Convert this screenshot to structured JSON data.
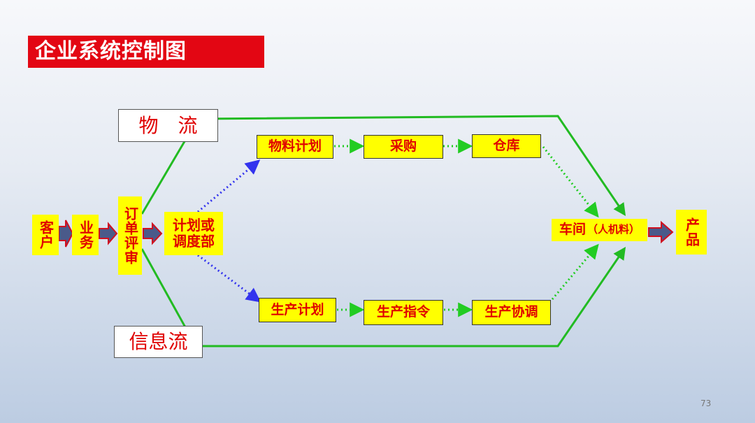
{
  "title": "企业系统控制图",
  "labels": {
    "material_flow": "物　流",
    "info_flow": "信息流"
  },
  "nodes": {
    "customer": "客户",
    "business": "业务",
    "order_review": "订单评审",
    "plan_dispatch": "计划或调度部",
    "material_plan": "物料计划",
    "purchase": "采购",
    "warehouse": "仓库",
    "production_plan": "生产计划",
    "production_order": "生产指令",
    "production_coord": "生产协调",
    "workshop": "车间",
    "workshop_sub": "（人机料）",
    "product": "产品"
  },
  "page_number": "73",
  "colors": {
    "title_bg": "#e30613",
    "node_bg": "#ffff00",
    "node_text": "#e00000",
    "flow_line": "#22bb22",
    "blue_dotted": "#3333ee",
    "green_dotted": "#22cc22",
    "block_arrow_fill": "#4a5a8a",
    "block_arrow_stroke": "#d01020"
  }
}
